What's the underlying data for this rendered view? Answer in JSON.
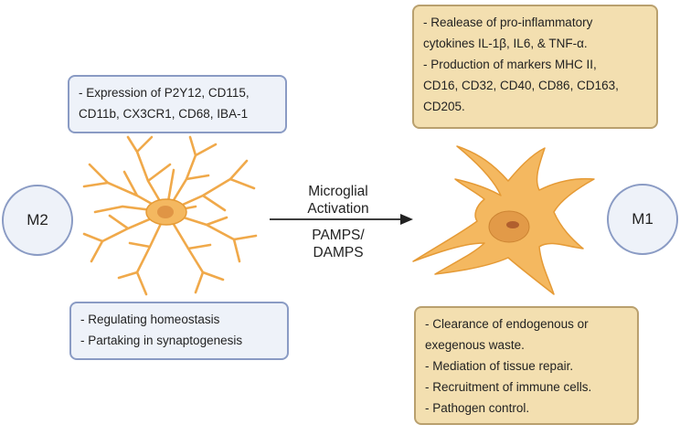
{
  "m2_box": {
    "lines": [
      "- Expression of P2Y12, CD115,",
      "CD11b, CX3CR1, CD68, IBA-1"
    ]
  },
  "m2_circle": {
    "label": "M2"
  },
  "m2_functions": {
    "lines": [
      "- Regulating homeostasis",
      "- Partaking in synaptogenesis"
    ]
  },
  "arrow": {
    "top_lines": [
      "Microglial",
      "Activation"
    ],
    "bottom_lines": [
      "PAMPS/",
      "DAMPS"
    ]
  },
  "m1_box": {
    "lines": [
      "- Realease of pro-inflammatory",
      "cytokines IL-1β, IL6, & TNF-α.",
      "- Production of markers MHC II,",
      "CD16, CD32, CD40, CD86, CD163,",
      "CD205."
    ]
  },
  "m1_circle": {
    "label": "M1"
  },
  "m1_functions": {
    "lines": [
      "- Clearance of endogenous or",
      "exegenous waste.",
      "- Mediation of tissue repair.",
      "- Recruitment of immune cells.",
      "- Pathogen control."
    ]
  },
  "colors": {
    "cell_fill": "#f4b860",
    "cell_stroke": "#e59a35",
    "nucleus": "#d98a3c",
    "box_blue_fill": "#eef2f9",
    "box_blue_border": "#8a9bc4",
    "box_tan_fill": "#f3dfb0",
    "box_tan_border": "#b9a06e"
  }
}
